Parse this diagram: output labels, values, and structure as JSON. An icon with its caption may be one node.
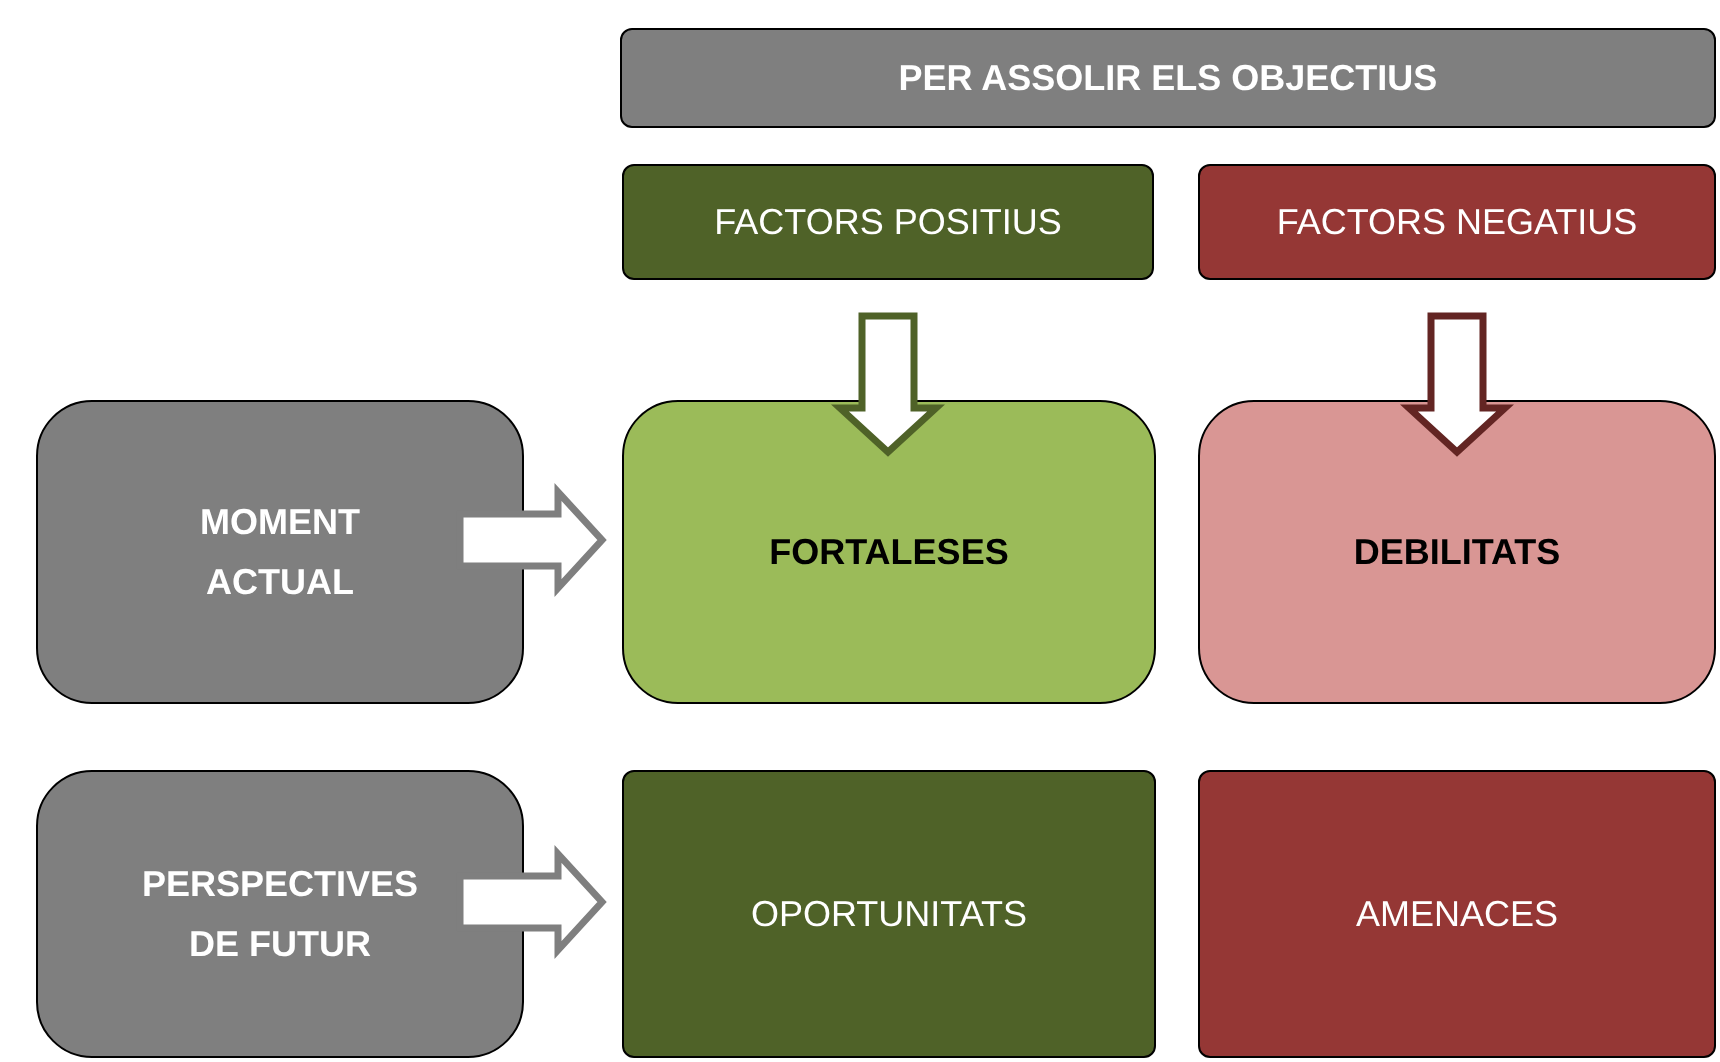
{
  "diagram": {
    "nodes": [
      {
        "text": [
          "PER ASSOLIR ELS OBJECTIUS"
        ]
      },
      {
        "text": [
          "FACTORS POSITIUS"
        ]
      },
      {
        "text": [
          "FACTORS NEGATIUS"
        ]
      },
      {
        "text": [
          "MOMENT ACTUAL"
        ]
      },
      {
        "text": [
          "FORTALESES"
        ]
      },
      {
        "text": [
          "DEBILITATS"
        ]
      },
      {
        "text": [
          "PERSPECTIVES DE FUTUR"
        ]
      },
      {
        "text": [
          "OPORTUNITATS"
        ]
      },
      {
        "text": [
          "AMENACES"
        ]
      }
    ],
    "edges": [
      {
        "from": 1,
        "to": 4,
        "arrow": "to",
        "style": "thick",
        "color": "#4f6228"
      },
      {
        "from": 2,
        "to": 5,
        "arrow": "to",
        "style": "thick",
        "color": "#632523"
      },
      {
        "from": 3,
        "to": 4,
        "arrow": "to",
        "style": "thick",
        "color": "#7f7f7f"
      },
      {
        "from": 6,
        "to": 7,
        "arrow": "to",
        "style": "thick",
        "color": "#7f7f7f"
      }
    ]
  }
}
